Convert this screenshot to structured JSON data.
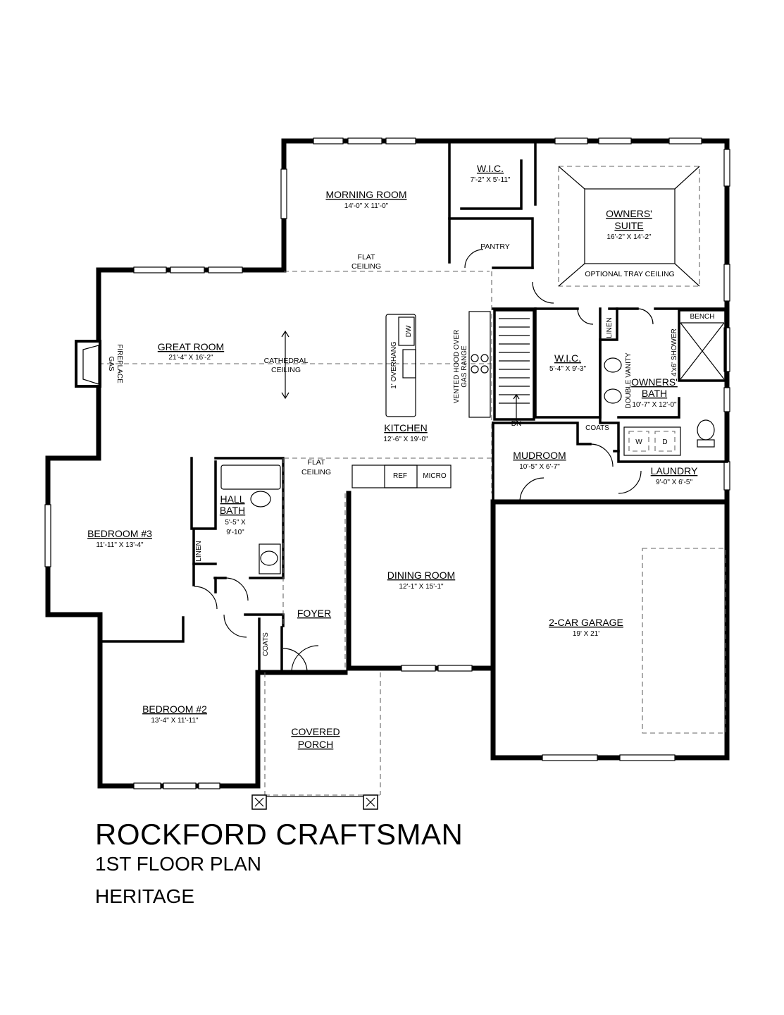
{
  "title": {
    "name": "ROCKFORD CRAFTSMAN",
    "floor": "1ST FLOOR PLAN",
    "series": "HERITAGE"
  },
  "rooms": {
    "morning_room": {
      "name": "MORNING ROOM",
      "dim": "14'-0\" X 11'-0\""
    },
    "wic_top": {
      "name": "W.I.C.",
      "dim": "7'-2\" X 5'-11\""
    },
    "owners_suite": {
      "name1": "OWNERS'",
      "name2": "SUITE",
      "dim": "16'-2\" X 14'-2\""
    },
    "great_room": {
      "name": "GREAT ROOM",
      "dim": "21'-4\" X 16'-2\""
    },
    "kitchen": {
      "name": "KITCHEN",
      "dim": "12'-6\" X 19'-0\""
    },
    "wic_mid": {
      "name": "W.I.C.",
      "dim": "5'-4\" X 9'-3\""
    },
    "owners_bath": {
      "name1": "OWNERS'",
      "name2": "BATH",
      "dim": "10'-7\" X 12'-0\""
    },
    "mudroom": {
      "name": "MUDROOM",
      "dim": "10'-5\" X 6'-7\""
    },
    "laundry": {
      "name": "LAUNDRY",
      "dim": "9'-0\" X 6'-5\""
    },
    "bedroom3": {
      "name": "BEDROOM #3",
      "dim": "11'-11\" X 13'-4\""
    },
    "hall_bath": {
      "name1": "HALL",
      "name2": "BATH",
      "dim1": "5'-5\" X",
      "dim2": "9'-10\""
    },
    "dining_room": {
      "name": "DINING ROOM",
      "dim": "12'-1\" X 15'-1\""
    },
    "foyer": {
      "name": "FOYER"
    },
    "garage": {
      "name": "2-CAR GARAGE",
      "dim": "19' X 21'"
    },
    "bedroom2": {
      "name": "BEDROOM #2",
      "dim": "13'-4\" X 11'-11\""
    },
    "covered_porch": {
      "name1": "COVERED",
      "name2": "PORCH"
    }
  },
  "notes": {
    "pantry": "PANTRY",
    "flat_ceiling_1a": "FLAT",
    "flat_ceiling_1b": "CEILING",
    "optional_tray": "OPTIONAL TRAY CEILING",
    "cathedral_a": "CATHEDRAL",
    "cathedral_b": "CEILING",
    "gas_fireplace_a": "GAS",
    "gas_fireplace_b": "FIREPLACE",
    "overhang": "1' OVERHANG",
    "dw": "DW",
    "vented_hood_a": "VENTED HOOD OVER",
    "vented_hood_b": "GAS RANGE",
    "linen_suite": "LINEN",
    "double_vanity": "DOUBLE VANITY",
    "shower": "4'x6' SHOWER",
    "bench": "BENCH",
    "dn": "DN",
    "coats_mud": "COATS",
    "washer": "W",
    "dryer": "D",
    "flat_ceiling_2a": "FLAT",
    "flat_ceiling_2b": "CEILING",
    "ref": "REF",
    "micro": "MICRO",
    "linen_hall": "LINEN",
    "coats_foyer": "COATS"
  }
}
